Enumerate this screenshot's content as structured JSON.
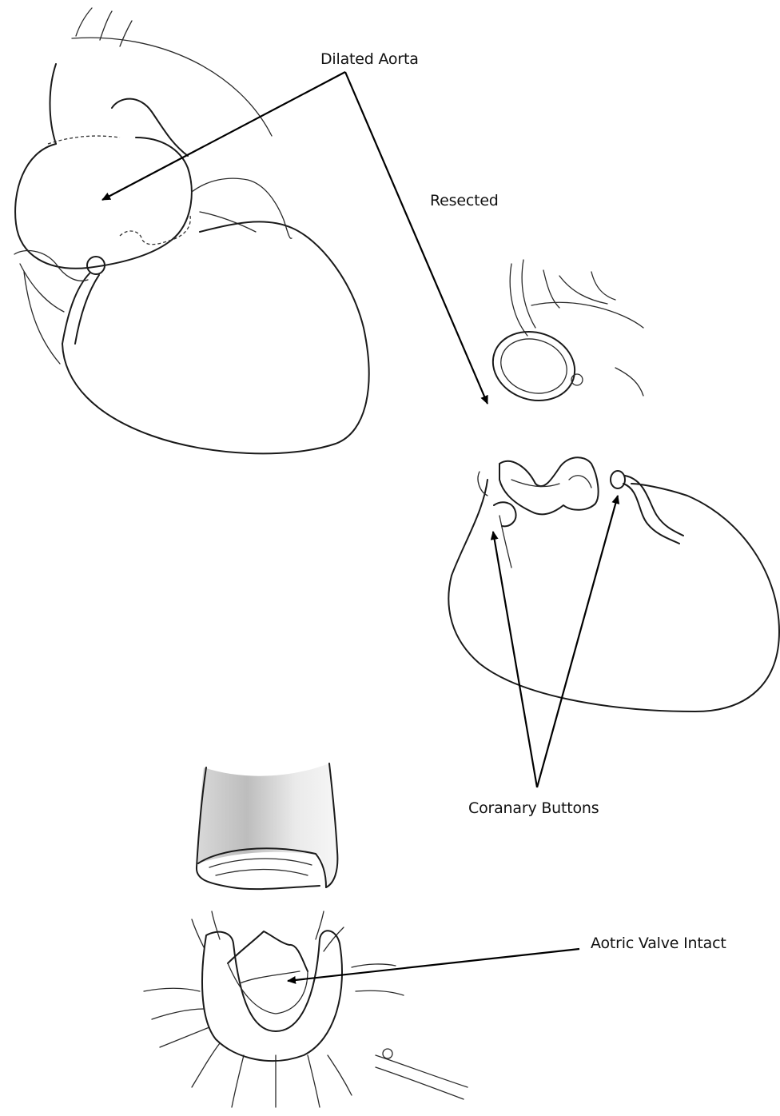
{
  "labels": {
    "dilated_aorta": "Dilated Aorta",
    "resected": "Resected",
    "coronary_buttons": "Coranary Buttons",
    "aortic_valve_intact": "Aotric Valve Intact"
  },
  "colors": {
    "ink": "#1a1a1a",
    "background": "#ffffff",
    "shading": "#9a9a9a"
  }
}
